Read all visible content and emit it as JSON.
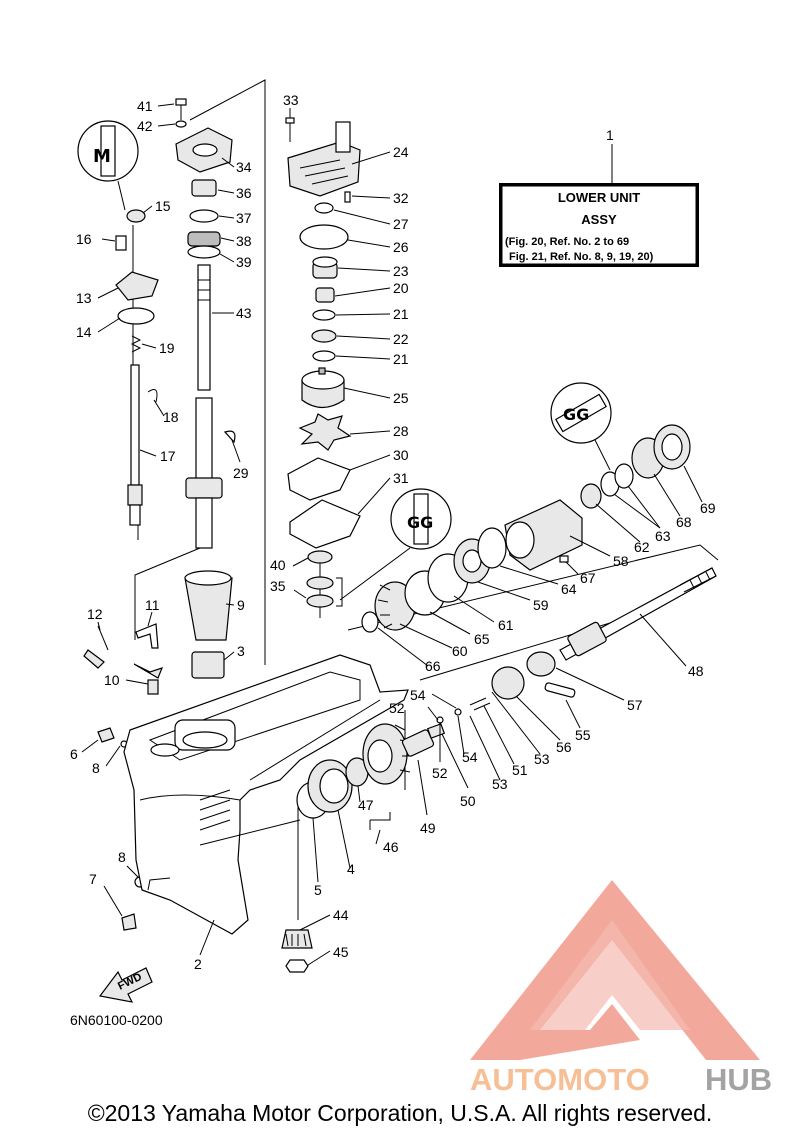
{
  "title_box": {
    "ref": "1",
    "line1": "LOWER UNIT",
    "line2": "ASSY",
    "line3": "(Fig. 20, Ref. No. 2 to 69",
    "line4": "Fig. 21, Ref. No. 8, 9, 19, 20)"
  },
  "drawing_code": "6N60100-0200",
  "fwd_label": "FWD",
  "copyright": "©2013 Yamaha Motor Corporation, U.S.A. All rights reserved.",
  "watermark": {
    "text_a": "AUTOMOTO",
    "text_b": "HUB",
    "color_a": "#f6b98a",
    "color_b": "#9a9a9a",
    "logo_color": "#ef8f7e"
  },
  "callouts": [
    "41",
    "42",
    "33",
    "24",
    "34",
    "36",
    "37",
    "38",
    "39",
    "43",
    "32",
    "27",
    "26",
    "23",
    "20",
    "21",
    "22",
    "21",
    "25",
    "28",
    "30",
    "31",
    "15",
    "16",
    "13",
    "14",
    "19",
    "18",
    "17",
    "29",
    "40",
    "35",
    "9",
    "3",
    "12",
    "11",
    "10",
    "6",
    "8",
    "8",
    "7",
    "2",
    "4",
    "5",
    "44",
    "45",
    "46",
    "47",
    "49",
    "50",
    "52",
    "54",
    "52",
    "54",
    "53",
    "51",
    "53",
    "56",
    "55",
    "57",
    "48",
    "66",
    "60",
    "65",
    "61",
    "59",
    "64",
    "67",
    "58",
    "62",
    "63",
    "68",
    "69"
  ]
}
